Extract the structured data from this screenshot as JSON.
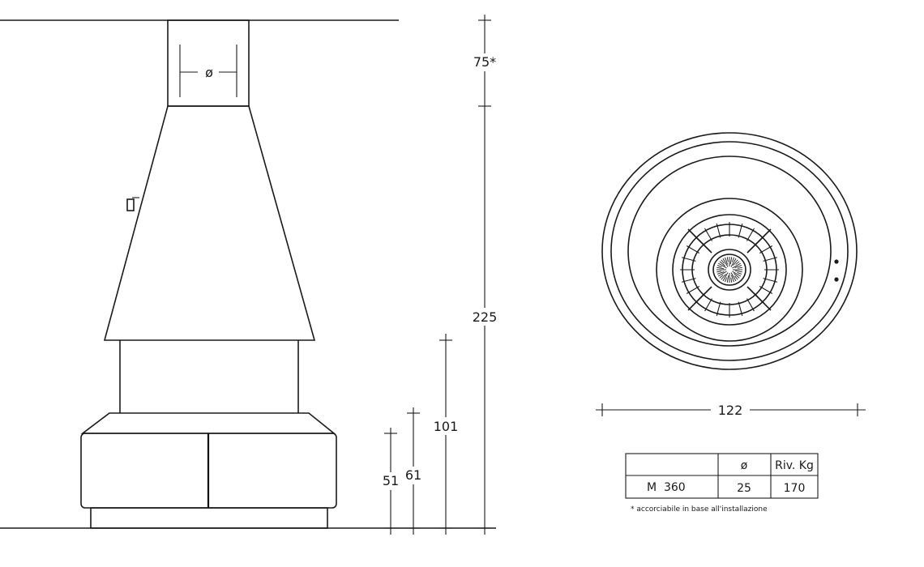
{
  "side_view": {
    "flue_diameter_symbol": "ø",
    "dims": {
      "top_clearance": "75*",
      "total_height": "225",
      "opening_top": "101",
      "base_height_2": "61",
      "base_height_1": "51"
    }
  },
  "top_view": {
    "width_dim": "122"
  },
  "spec_table": {
    "headers": [
      "",
      "ø",
      "Riv. Kg"
    ],
    "rows": [
      [
        "M  360",
        "25",
        "170"
      ]
    ]
  },
  "footnote": "* accorciabile in base all'installazione"
}
